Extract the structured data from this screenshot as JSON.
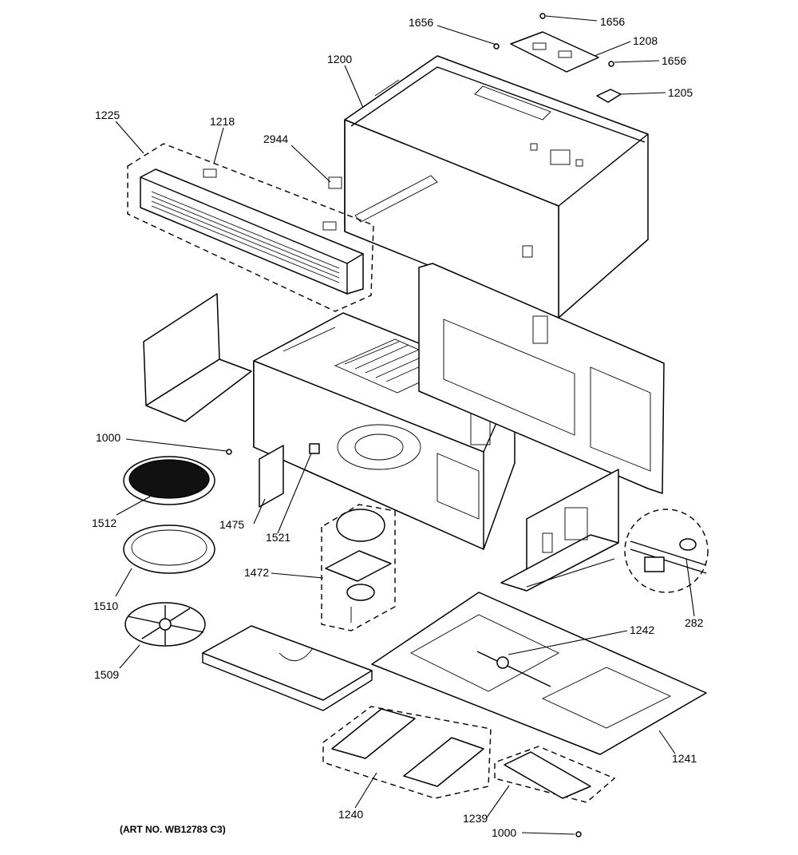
{
  "diagram": {
    "title": "",
    "art_note": "(ART NO. WB12783 C3)",
    "callouts": {
      "c1656a": "1656",
      "c1656b": "1656",
      "c1656c": "1656",
      "c1208": "1208",
      "c1205": "1205",
      "c1200": "1200",
      "c1225": "1225",
      "c1218": "1218",
      "c2944": "2944",
      "c1000a": "1000",
      "c1512": "1512",
      "c1475": "1475",
      "c1521": "1521",
      "c1472": "1472",
      "c1510": "1510",
      "c1509": "1509",
      "c282": "282",
      "c1242": "1242",
      "c1241": "1241",
      "c1240": "1240",
      "c1239": "1239",
      "c1000b": "1000"
    }
  }
}
